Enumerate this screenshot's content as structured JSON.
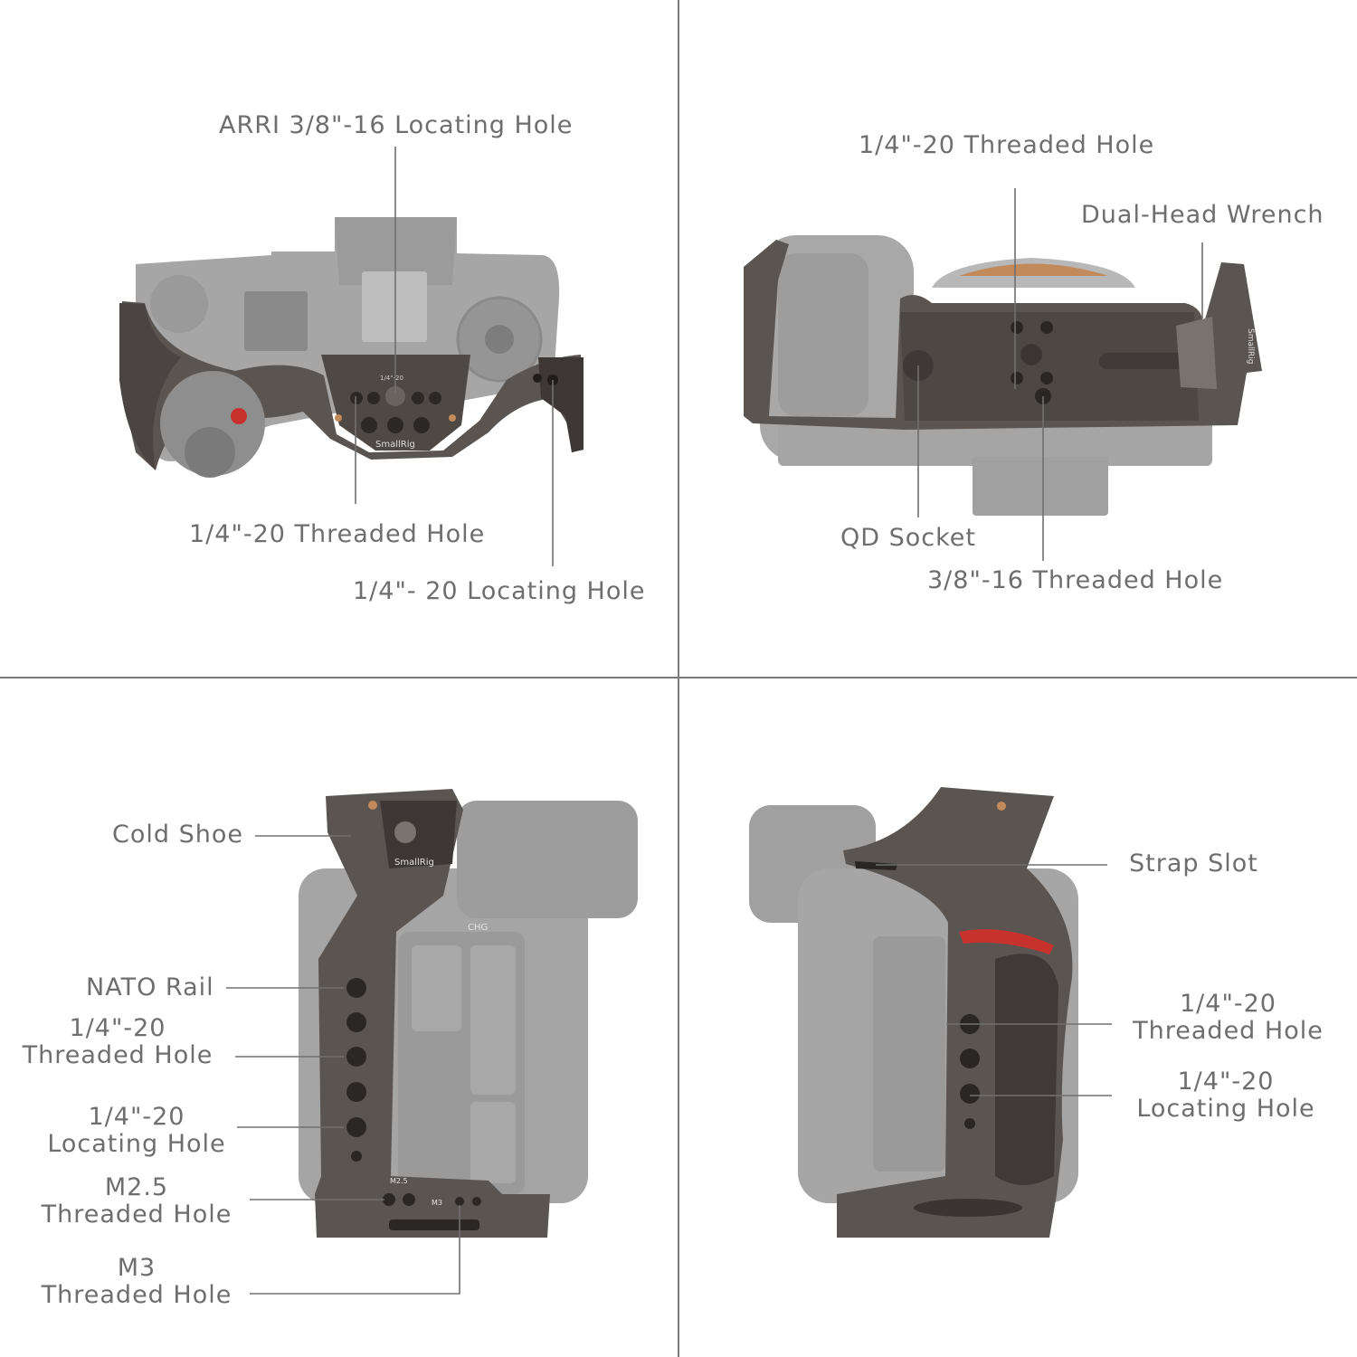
{
  "colors": {
    "background": "#ffffff",
    "divider": "#7a7a7a",
    "label_text": "#6e6e6e",
    "leader_line": "#707070",
    "camera_body": "#a3a3a3",
    "camera_dark": "#8c8c8c",
    "cage_metal": "#5b5552",
    "cage_dark": "#3d3836",
    "cage_highlight": "#7a726d",
    "accent_red": "#c8322c",
    "copper": "#c28a5a"
  },
  "panels": {
    "top_left": {
      "view": "camera-top-view",
      "labels": {
        "arri_locating_hole": "ARRI 3/8\"-16 Locating Hole",
        "quarter_threaded_hole": "1/4\"-20 Threaded Hole",
        "quarter_locating_hole": "1/4\"- 20 Locating Hole"
      },
      "engravings": {
        "brand": "SmallRig",
        "thread_mark": "1/4\"-20"
      }
    },
    "top_right": {
      "view": "camera-bottom-view",
      "labels": {
        "quarter_threaded_hole": "1/4\"-20 Threaded Hole",
        "dual_head_wrench": "Dual-Head Wrench",
        "qd_socket": "QD Socket",
        "three_eighths_threaded_hole": "3/8\"-16 Threaded Hole"
      },
      "engravings": {
        "brand": "SmallRig"
      }
    },
    "bottom_left": {
      "view": "camera-left-side-view",
      "labels": {
        "cold_shoe": "Cold Shoe",
        "nato_rail": "NATO Rail",
        "quarter_threaded_hole_1": "1/4\"-20",
        "quarter_threaded_hole_2": "Threaded Hole",
        "quarter_locating_hole_1": "1/4\"-20",
        "quarter_locating_hole_2": "Locating Hole",
        "m25_threaded_hole_1": "M2.5",
        "m25_threaded_hole_2": "Threaded Hole",
        "m3_threaded_hole_1": "M3",
        "m3_threaded_hole_2": "Threaded Hole"
      },
      "engravings": {
        "brand": "SmallRig",
        "chg": "CHG",
        "m25": "M2.5",
        "m3": "M3"
      }
    },
    "bottom_right": {
      "view": "camera-right-side-view",
      "labels": {
        "strap_slot": "Strap Slot",
        "quarter_threaded_hole_1": "1/4\"-20",
        "quarter_threaded_hole_2": "Threaded Hole",
        "quarter_locating_hole_1": "1/4\"-20",
        "quarter_locating_hole_2": "Locating Hole"
      }
    }
  }
}
